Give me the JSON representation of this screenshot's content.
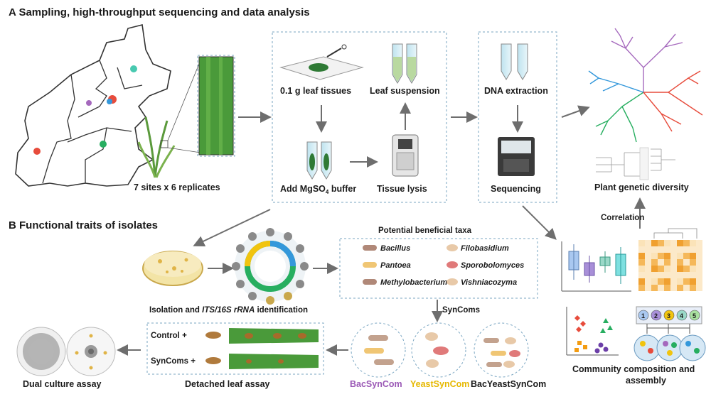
{
  "panel_a": {
    "title": "A  Sampling, high-throughput sequencing and data analysis",
    "sites_label": "7 sites x 6 replicates",
    "leaf_tissues_label": "0.1 g leaf tissues",
    "leaf_suspension_label": "Leaf suspension",
    "mgso4_prefix": "Add  MgSO",
    "mgso4_sub": "4",
    "mgso4_suffix": " buffer",
    "tissue_lysis_label": "Tissue lysis",
    "dna_extraction_label": "DNA extraction",
    "sequencing_label": "Sequencing",
    "plant_diversity_label": "Plant genetic diversity",
    "correlation_label": "Correlation"
  },
  "panel_b": {
    "title": "B  Functional traits of isolates",
    "isolation_prefix": "Isolation and ",
    "isolation_italic": "ITS/16S rRNA",
    "isolation_suffix": " identification",
    "taxa_title": "Potential beneficial taxa",
    "taxa_left": [
      "Bacillus",
      "Pantoea",
      "Methylobacterium"
    ],
    "taxa_right": [
      "Filobasidium",
      "Sporobolomyces",
      "Vishniacozyma"
    ],
    "syncoms_label": "SynComs",
    "bac_label": "BacSynCom",
    "yeast_label": "YeastSynCom",
    "bacyeast_label": "BacYeastSynCom",
    "control_label": "Control +",
    "syncoms_plus_label": "SynComs +",
    "detached_leaf_label": "Detached leaf assay",
    "dual_culture_label": "Dual culture assay",
    "community_label_1": "Community composition and",
    "community_label_2": "assembly",
    "network_nodes": [
      "1",
      "2",
      "3",
      "4",
      "5"
    ]
  },
  "colors": {
    "bac": "#9b59b6",
    "yeast": "#e6b800",
    "site_red": "#e74c3c",
    "site_teal": "#48c9b0",
    "site_purple": "#a569bd",
    "site_green": "#27ae60",
    "site_blue": "#3498db",
    "leaf_green": "#3d8b37",
    "arrow_grey": "#6e6e6e",
    "heat_orange": "#f0a030"
  }
}
